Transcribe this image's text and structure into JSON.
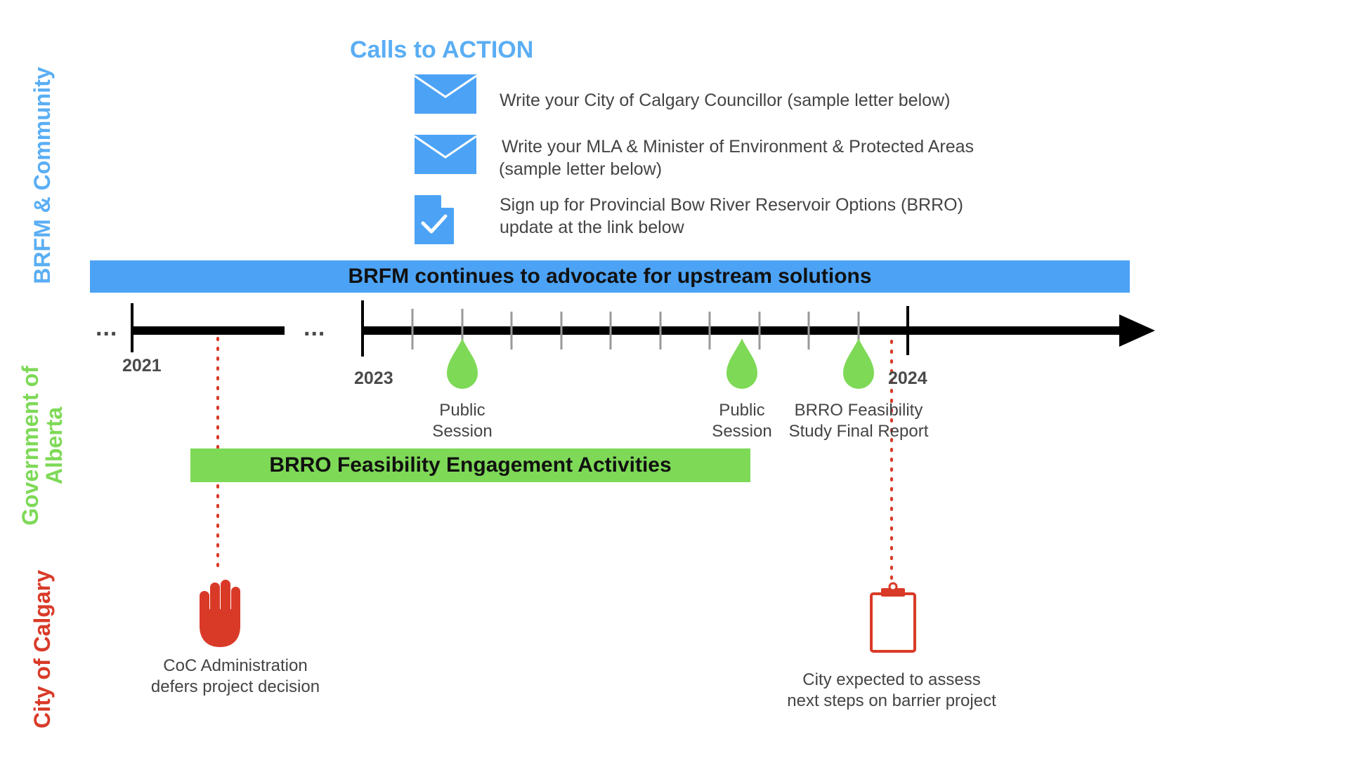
{
  "lanes": {
    "community": {
      "label": "BRFM & Community",
      "color": "#5AAEF4"
    },
    "alberta": {
      "label_line1": "Government of",
      "label_line2": "Alberta",
      "color": "#7ED957"
    },
    "calgary": {
      "label": "City of Calgary",
      "color": "#D93A28"
    }
  },
  "calls_to_action": {
    "title": "Calls to ACTION",
    "items": [
      {
        "icon": "envelope-icon",
        "line1": "Write your City of Calgary Councillor (sample letter below)",
        "line2": ""
      },
      {
        "icon": "envelope-icon",
        "line1": "Write your MLA & Minister of Environment & Protected Areas",
        "line2": "(sample letter below)"
      },
      {
        "icon": "document-check-icon",
        "line1": "Sign up for Provincial Bow River Reservoir Options  (BRRO)",
        "line2": "update at the link below"
      }
    ]
  },
  "banners": {
    "brfm": {
      "text": "BRFM continues to advocate for upstream solutions",
      "color": "#4CA3F5"
    },
    "brro": {
      "text": "BRRO Feasibility Engagement Activities",
      "color": "#7ED957"
    }
  },
  "timeline": {
    "ellipsis": "...",
    "years": [
      "2021",
      "2023",
      "2024"
    ]
  },
  "milestones": [
    {
      "icon": "water-drop-icon",
      "line1": "Public",
      "line2": "Session"
    },
    {
      "icon": "water-drop-icon",
      "line1": "Public",
      "line2": "Session"
    },
    {
      "icon": "water-drop-icon",
      "line1": "BRRO Feasibility",
      "line2": "Study Final Report"
    }
  ],
  "city_events": [
    {
      "icon": "hand-stop-icon",
      "line1": "CoC Administration",
      "line2": "defers project decision"
    },
    {
      "icon": "clipboard-icon",
      "line1": "City expected to assess",
      "line2": "next steps on barrier project"
    }
  ],
  "colors": {
    "accent_blue": "#4CA3F5",
    "accent_green": "#7ED957",
    "accent_red": "#D93A28",
    "axis": "#000000",
    "tick": "#999999"
  }
}
